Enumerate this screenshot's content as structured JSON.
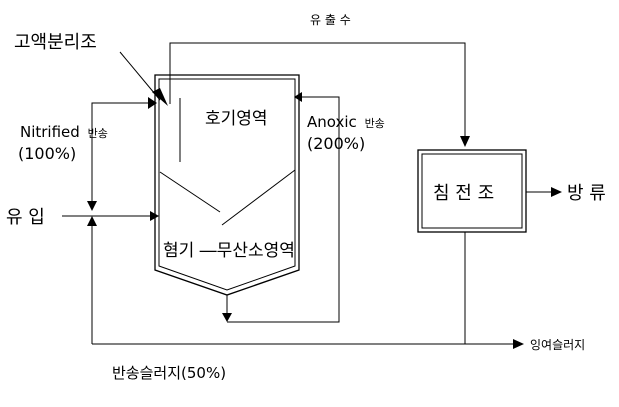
{
  "labels": {
    "separator_label": "고액분리조",
    "effluent_top": "유 출 수",
    "aerobic_zone": "호기영역",
    "anoxic_anaerobic_zone": "혐기 ―무산소영역",
    "nitrified_label": "Nitrified",
    "nitrified_suffix": "반송",
    "nitrified_pct": "(100%)",
    "anoxic_label": "Anoxic",
    "anoxic_suffix": "반송",
    "anoxic_pct": "(200%)",
    "clarifier": "침 전 조",
    "discharge": "방 류",
    "influent": "유 입",
    "excess_sludge": "잉여슬러지",
    "return_sludge": "반송슬러지(50%)"
  }
}
